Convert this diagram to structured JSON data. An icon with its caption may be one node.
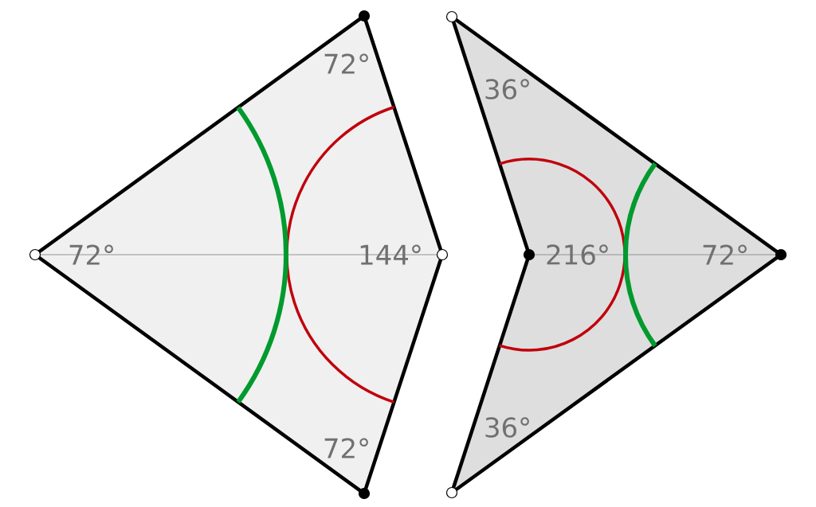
{
  "diagram": {
    "nodes": [
      {
        "text": [
          "72°",
          "72°",
          "144°",
          "72°"
        ]
      },
      {
        "text": [
          "36°",
          "216°",
          "72°",
          "36°"
        ]
      }
    ]
  }
}
